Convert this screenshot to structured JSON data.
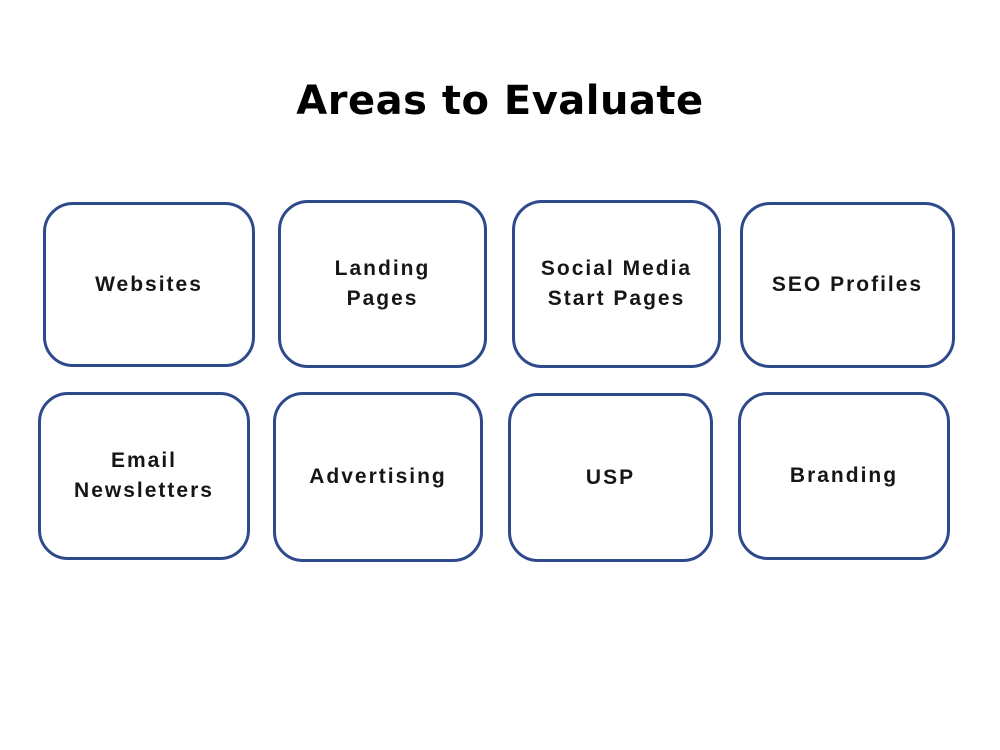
{
  "title": "Areas to Evaluate",
  "colors": {
    "background": "#ffffff",
    "box_border": "#2f4a8c",
    "box_fill": "#ffffff",
    "label_text": "#161616",
    "title_text": "#000000"
  },
  "boxes": [
    {
      "label": "Websites"
    },
    {
      "label": "Landing\nPages"
    },
    {
      "label": "Social Media\nStart Pages"
    },
    {
      "label": "SEO Profiles"
    },
    {
      "label": "Email\nNewsletters"
    },
    {
      "label": "Advertising"
    },
    {
      "label": "USP"
    },
    {
      "label": "Branding"
    }
  ]
}
